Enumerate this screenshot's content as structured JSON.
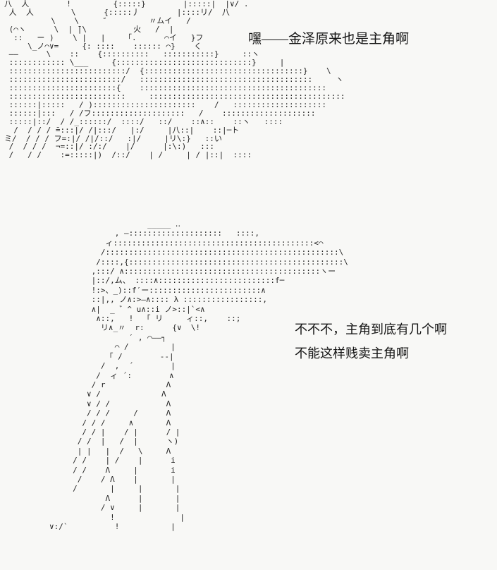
{
  "page": {
    "background_color": "#f8f8f6",
    "art_color": "#1f1f1f",
    "caption_color": "#141414"
  },
  "panels": [
    {
      "name": "top-scene",
      "caption": "嘿——金泽原来也是主角啊",
      "ascii_art": [
        "八  人        !         {:::::}        |:::::|  |∨/ .",
        " 人  人        \\      {:::::丿        |::::リ/  八",
        "          \\    \\     ″         〃ムイ   /",
        " (⌒ヽ      \\  | ̄|\\          火   /  |",
        "  ::   ー )    \\ |   |    「.      ⌒イ   }フ",
        "     \\_ノ⌒∨=     {: ::::    :::::: ⌒}    く",
        " ――      \\    ::    {::::::::::   :::::::::::}     ::ヽ",
        " :::::::::::: \\___     {:::::::::::::::::::::::::::::}     |",
        " :::::::::::::::::::::::::/  {::::::::::::::::::::::::::::::::::}    \\",
        " ::::::::::::::::::::::::/   :::::::::::::::::::::::::::::::::::::     ヽ",
        " :::::::::::::::::::::::{    ::::::::::::::::::::::::::::::::::::::::",
        " :::::::::::::::::::::::::     ::::::::::::::::::::::::::::::::::::::::::",
        " ::::::|:::::   / )::::::::::::::::::::::    /   ::::::::::::::::::::",
        " ::::::|:::   / /フ::::::::::::::::::::   /    ::::::::::::::::::::",
        " :::::|::/  / /_::::::/  ::::/   ::/    ::∧::    ::ヽ   ::::",
        "  /  / / / ̄=:::|/ /|:::/   |:/     |八::|    ::|─ト",
        "ミ/  / / / フ=:|/ /|/::/   :|/     |リ\\:}   ::い",
        " /  / / /  ¬=::|/ :/:/    |/      |:\\:)   :::",
        " /   / /    :=:::::|)  /::/    | /     | / |::|  ::::"
      ]
    },
    {
      "name": "figure-scene",
      "caption_lines": [
        "不不不，主角到底有几个啊",
        "不能这样贱卖主角啊"
      ],
      "ascii_art": [
        "                     _____ ‥",
        "              , ―::::::::::::::::::::   ::::,",
        "            ィ:::::::::::::::::::::::::::::::::::::::::::<⌒",
        "           /::::::::::::::::::::::::::::::::::::::::::::::::::\\",
        "          /::::,{::::::::::::::::::::::::::::::::::::::::::::::\\",
        "         ,:::/ ∧::::::::::::::::::::::::::::::::::::::::::ヽー",
        "         |::/,ム、 ::::∧:::::::::::::::::::::::::f─",
        "         !:>、_)::f′ー::::::::::::::::::::::::∧",
        "         ::|,, ノ∧:>―∧:::: λ :::::::::::::::::,",
        "         ∧|  _ ゛^ u∧::i ノ>::|`<∧",
        "          ∧::,   !  「 リ     ィ::,    ::;",
        "           リ∧_〃  r:      {∨  \\!",
        "                 ′ , ⌒――┐",
        "              ⌒ /         |",
        "            「 /        ‐-|",
        "           /  ,  ´        |",
        "          /  ィ ´:        ∧",
        "         / r             Λ",
        "        ∨ /             Λ",
        "        ∨ / /            Λ",
        "        / / /     /      Λ",
        "       / / /     ∧       Λ",
        "       / / |    / |      / |",
        "      / /  |   /  |      ヽ)",
        "      | |   |  /   \\     Λ",
        "     / /    | /    |      i",
        "     / /    Λ     |       i",
        "      /    / Λ    |       |",
        "     /       |     |       |",
        "            Λ      |       |",
        "           / ∨     |       |",
        "             !              |",
        "∨:/`          !           |"
      ]
    }
  ]
}
